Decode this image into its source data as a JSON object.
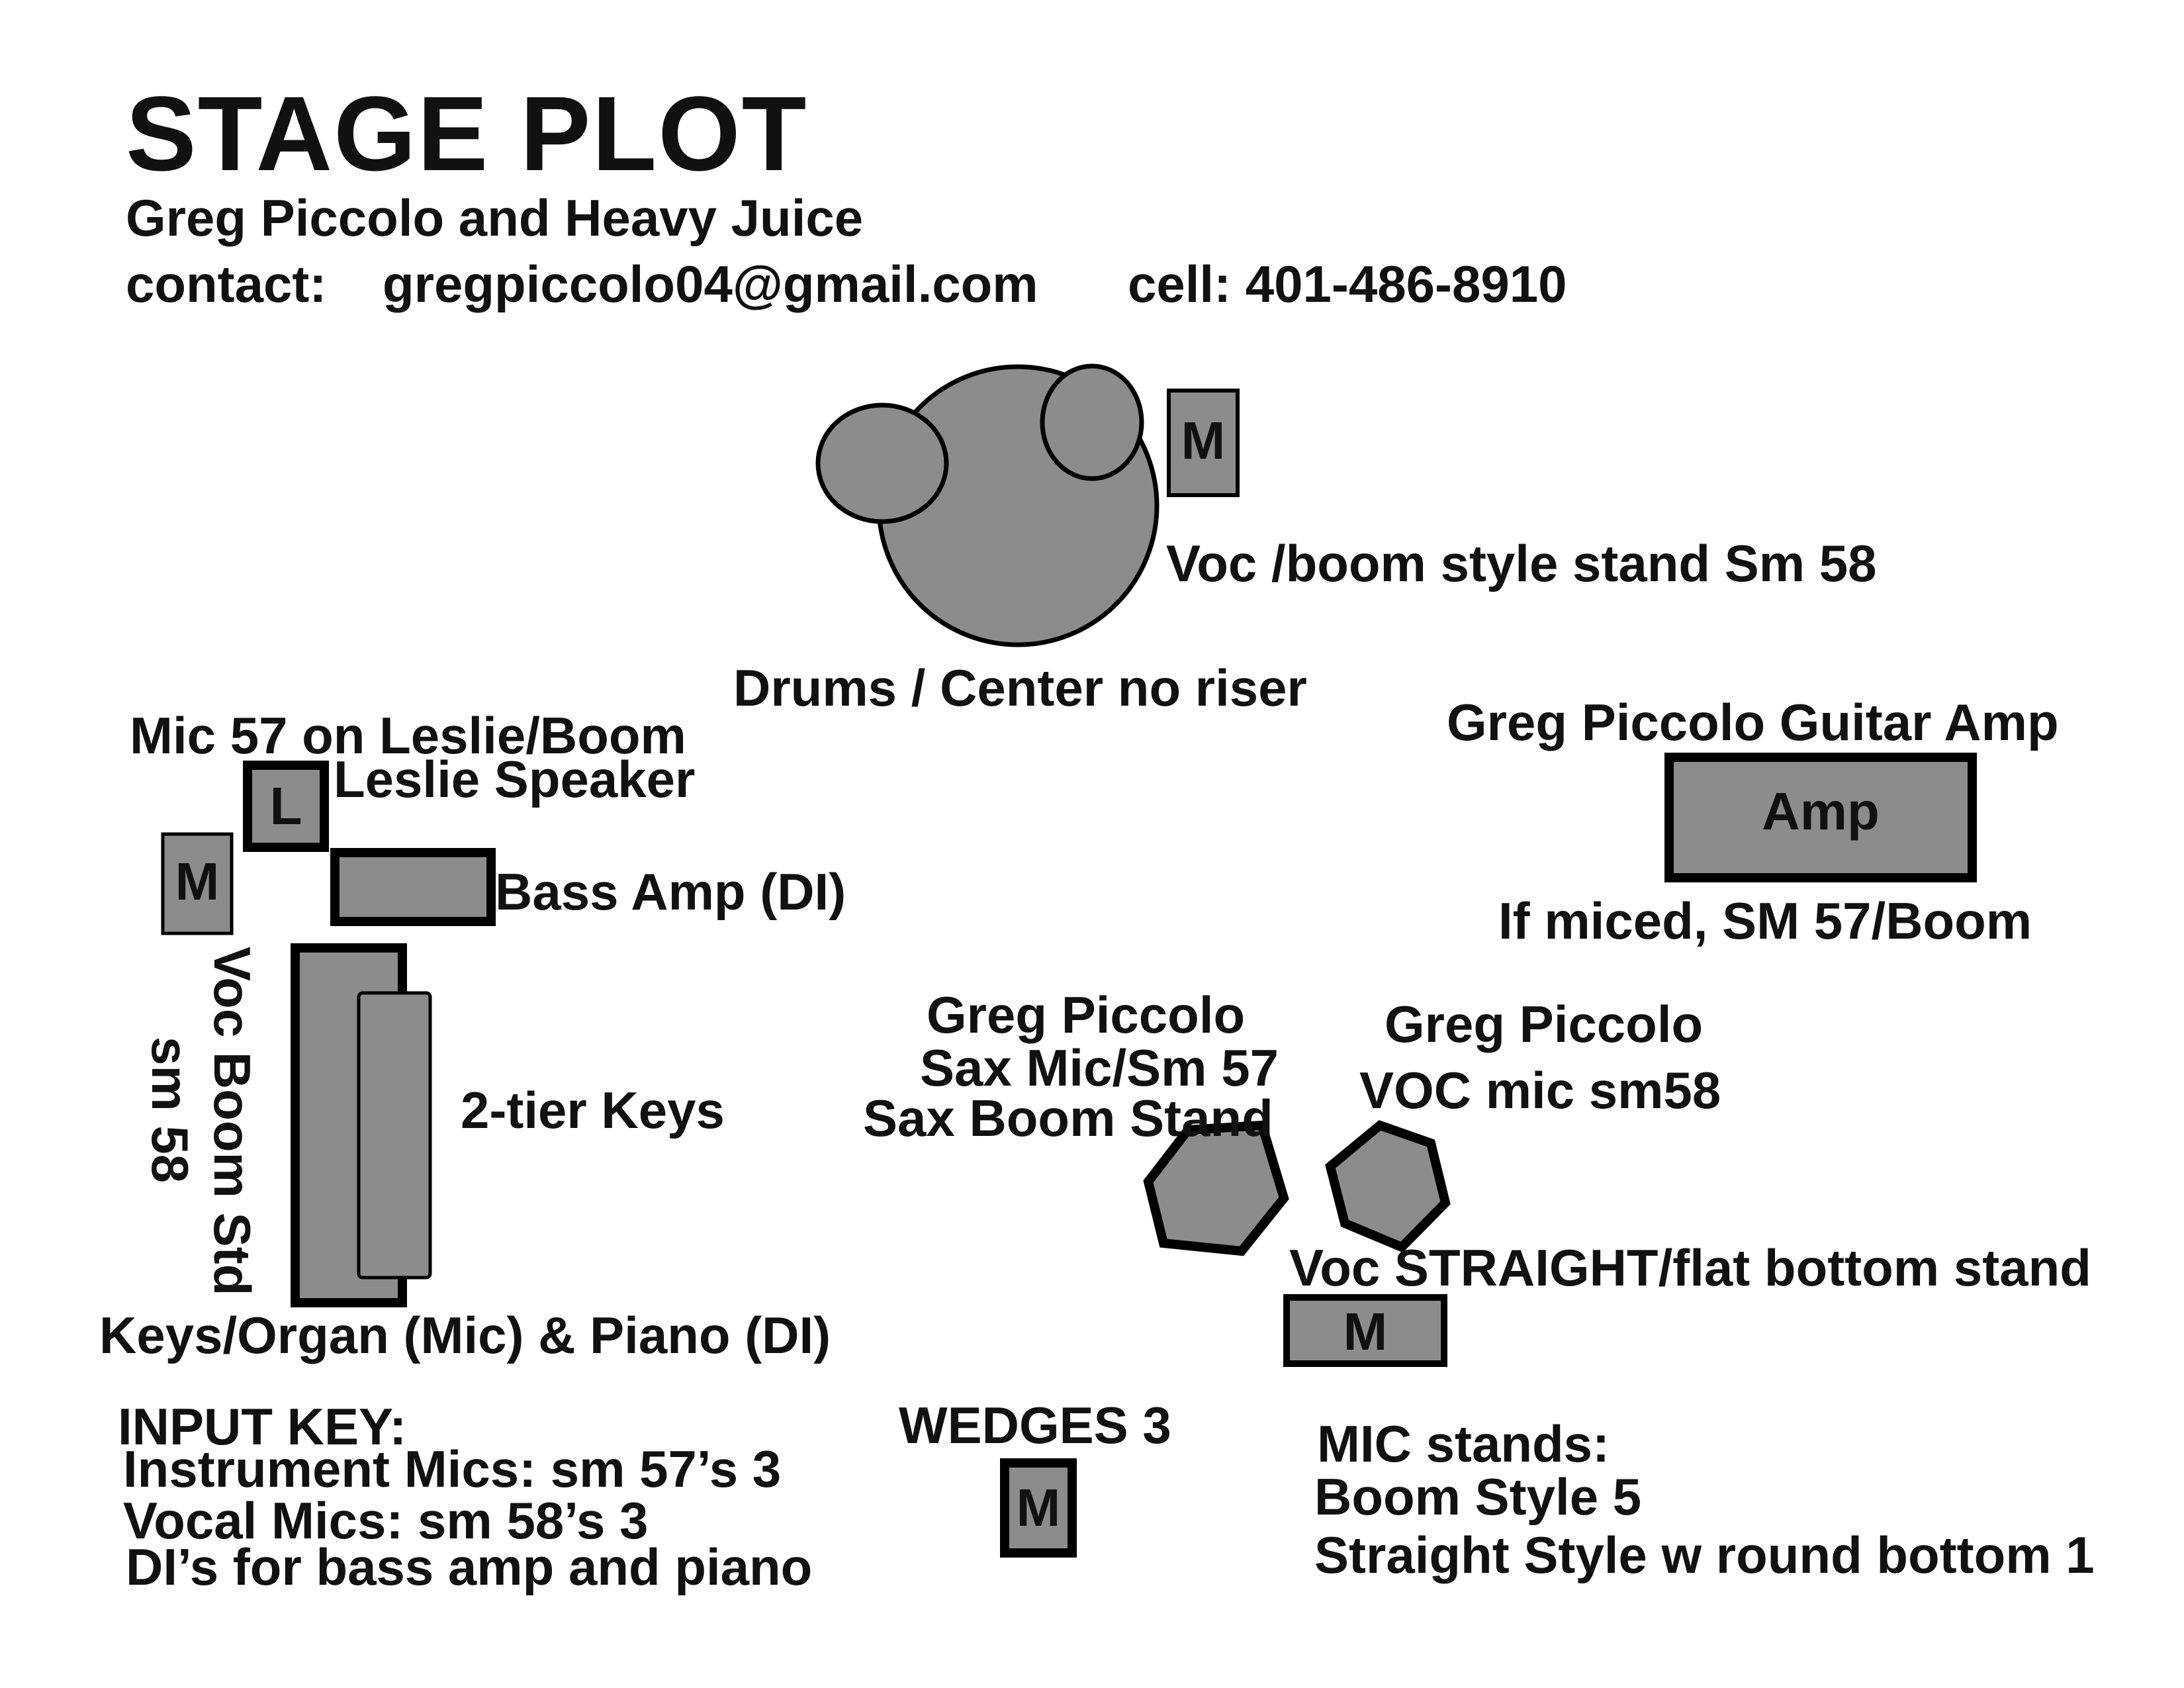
{
  "header": {
    "title": "STAGE PLOT",
    "band": "Greg Piccolo and Heavy Juice",
    "contact_label": "contact:",
    "email": "gregpiccolo04@gmail.com",
    "cell": "cell: 401-486-8910"
  },
  "drums": {
    "label": "Drums / Center no riser",
    "mic_letter": "M",
    "mic_label": "Voc /boom style stand  Sm 58"
  },
  "left_rig": {
    "leslie_mic_label": "Mic 57 on Leslie/Boom",
    "leslie_letter": "L",
    "leslie_label": "Leslie Speaker",
    "mic_letter": "M",
    "bass_amp_label": "Bass Amp (DI)",
    "keys_label": "2-tier Keys",
    "voc_boom_label": "Voc Boom Std",
    "voc_mic_label": "sm 58",
    "keys_footer": "Keys/Organ (Mic) & Piano (DI)"
  },
  "guitar": {
    "title": "Greg Piccolo Guitar Amp",
    "amp_label": "Amp",
    "mic_note": "If miced, SM 57/Boom"
  },
  "sax": {
    "name": "Greg Piccolo",
    "mic": "Sax Mic/Sm 57",
    "stand": "Sax Boom Stand"
  },
  "vocal": {
    "name": "Greg Piccolo",
    "mic": "VOC mic sm58",
    "stand": "Voc STRAIGHT/flat bottom stand",
    "mic_letter": "M"
  },
  "input_key": {
    "title": "INPUT KEY:",
    "lines": [
      "Instrument Mics:  sm 57’s  3",
      "Vocal Mics:  sm 58’s   3",
      "DI’s for bass amp and piano"
    ]
  },
  "wedges": {
    "label": "WEDGES  3",
    "letter": "M"
  },
  "mic_stands": {
    "title": "MIC stands:",
    "lines": [
      "Boom Style   5",
      "Straight Style w round bottom   1"
    ]
  },
  "colors": {
    "fill": "#8c8c8c",
    "stroke": "#000000",
    "text": "#111111"
  }
}
